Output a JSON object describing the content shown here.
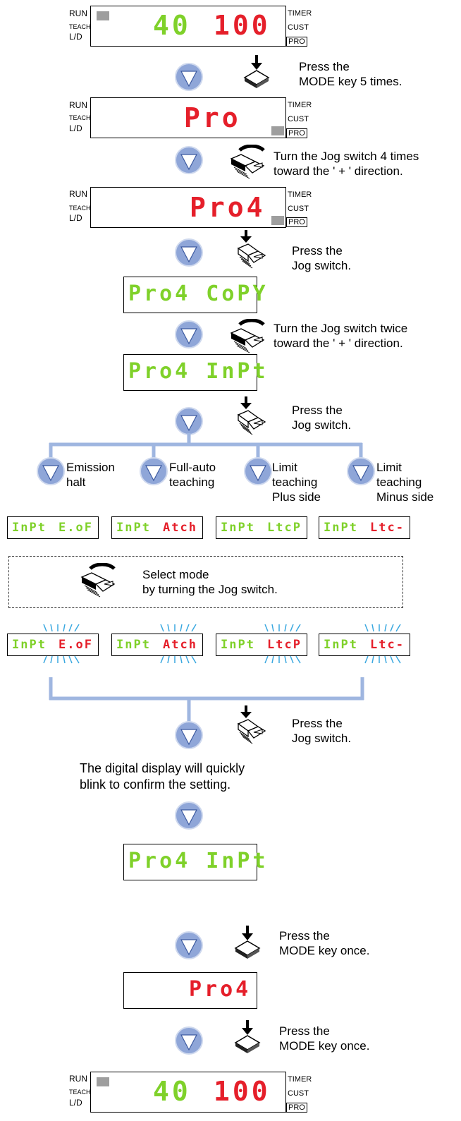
{
  "indicators": {
    "run": "RUN",
    "teach": "TEACH",
    "ld": "L/D",
    "timer": "TIMER",
    "cust": "CUST",
    "pro": "PRO"
  },
  "displays": {
    "d1": {
      "left": "40",
      "right": "100"
    },
    "d2": {
      "center": "Pro"
    },
    "d3": {
      "center": "Pro4"
    },
    "d4": {
      "text": "Pro4 CoPY"
    },
    "d5": {
      "text": "Pro4 InPt"
    },
    "d6": {
      "text": "Pro4 InPt"
    },
    "d7": {
      "text": "Pro4"
    },
    "d8": {
      "left": "40",
      "right": "100"
    }
  },
  "instructions": {
    "mode5": [
      "Press the",
      "MODE key 5 times."
    ],
    "jog4": [
      "Turn the Jog switch 4 times",
      "toward the ' + ' direction."
    ],
    "press1": [
      "Press the",
      "Jog switch."
    ],
    "jog2": [
      "Turn the Jog switch twice",
      "toward the ' + ' direction."
    ],
    "press2": [
      "Press the",
      "Jog switch."
    ],
    "select": [
      "Select mode",
      "by turning the Jog switch."
    ],
    "press3": [
      "Press the",
      "Jog switch."
    ],
    "blink": [
      "The digital display will quickly",
      "blink to confirm the setting."
    ],
    "mode_once1": [
      "Press the",
      "MODE key once."
    ],
    "mode_once2": [
      "Press the",
      "MODE key once."
    ]
  },
  "branches": [
    {
      "label": [
        "Emission",
        "halt"
      ],
      "code_left": "InPt",
      "code_right": "E.oF"
    },
    {
      "label": [
        "Full-auto",
        "teaching"
      ],
      "code_left": "InPt",
      "code_right": "Atch"
    },
    {
      "label": [
        "Limit",
        "teaching",
        "Plus side"
      ],
      "code_left": "InPt",
      "code_right": "LtcP"
    },
    {
      "label": [
        "Limit",
        "teaching",
        "Minus side"
      ],
      "code_left": "InPt",
      "code_right": "Ltc-"
    }
  ],
  "colors": {
    "lcd_green": "#7fd12a",
    "lcd_red": "#e51f2a",
    "arrow_fill": "#8fa6d8",
    "arrow_ring": "#cfd9ee",
    "flow_line": "#9fb6e0",
    "blink": "#3aa8e0"
  }
}
